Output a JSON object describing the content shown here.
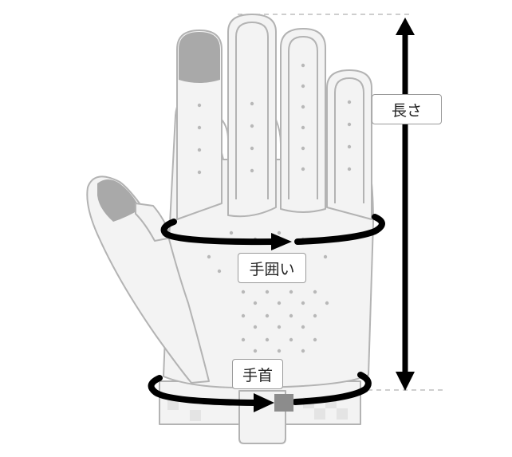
{
  "labels": {
    "length": "長さ",
    "hand_circumference": "手囲い",
    "wrist": "手首"
  },
  "colors": {
    "glove_fill": "#f3f3f3",
    "glove_outline": "#b3b3b3",
    "fingertip": "#a9a9a9",
    "arrow": "#000000",
    "guide_line": "#b0b0b0"
  }
}
